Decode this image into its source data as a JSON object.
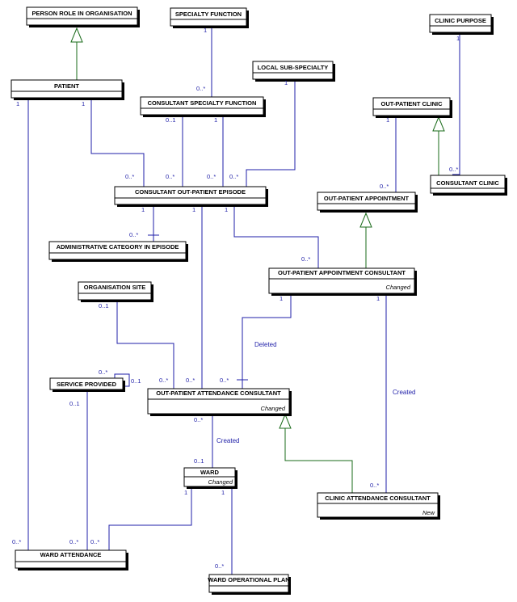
{
  "colors": {
    "association": "#1f1fa8",
    "generalisation": "#1a6b1a",
    "box": "#000000"
  },
  "entities": {
    "person_role": {
      "title": "PERSON ROLE IN ORGANISATION"
    },
    "specialty_function": {
      "title": "SPECIALTY FUNCTION"
    },
    "clinic_purpose": {
      "title": "CLINIC PURPOSE"
    },
    "local_sub_specialty": {
      "title": "LOCAL SUB-SPECIALTY"
    },
    "patient": {
      "title": "PATIENT"
    },
    "consultant_specialty_function": {
      "title": "CONSULTANT SPECIALTY FUNCTION"
    },
    "out_patient_clinic": {
      "title": "OUT-PATIENT CLINIC"
    },
    "consultant_clinic": {
      "title": "CONSULTANT CLINIC"
    },
    "consultant_op_episode": {
      "title": "CONSULTANT OUT-PATIENT EPISODE"
    },
    "out_patient_appointment": {
      "title": "OUT-PATIENT APPOINTMENT"
    },
    "admin_category_episode": {
      "title": "ADMINISTRATIVE CATEGORY IN EPISODE"
    },
    "op_appointment_consultant": {
      "title": "OUT-PATIENT APPOINTMENT CONSULTANT",
      "note": "Changed"
    },
    "organisation_site": {
      "title": "ORGANISATION SITE"
    },
    "service_provided": {
      "title": "SERVICE PROVIDED"
    },
    "op_attendance_consultant": {
      "title": "OUT-PATIENT ATTENDANCE CONSULTANT",
      "note": "Changed"
    },
    "ward": {
      "title": "WARD",
      "note": "Changed"
    },
    "clinic_attendance_consultant": {
      "title": "CLINIC ATTENDANCE CONSULTANT",
      "note": "New"
    },
    "ward_attendance": {
      "title": "WARD ATTENDANCE"
    },
    "ward_operational_plan": {
      "title": "WARD OPERATIONAL PLAN"
    }
  },
  "multiplicities": {
    "sf_top": "1",
    "sf_bottom": "0..*",
    "cp_top": "1",
    "cp_bottom": "0..*",
    "lss_top": "1",
    "patient_left": "1",
    "patient_right": "1",
    "csf_left": "0..1",
    "csf_right": "1",
    "opc_top": "1",
    "opc_bottom": "0..*",
    "ep_a": "0..*",
    "ep_b": "0..*",
    "ep_c": "0..*",
    "ep_d": "0..*",
    "ep_low_1a": "1",
    "ep_low_1b": "1",
    "ep_low_1c": "1",
    "admin_mult": "0..*",
    "opac_in": "0..*",
    "opac_left": "1",
    "opac_right": "1",
    "site_mult": "0..1",
    "sp_top": "0..*",
    "sp_self": "0..1",
    "sp_bottom": "0..1",
    "opatc_a": "0..*",
    "opatc_b": "0..*",
    "opatc_c": "0..*",
    "opatc_bottom": "0..*",
    "ward_top": "0..1",
    "ward_left": "1",
    "ward_right": "1",
    "cac_top": "0..*",
    "wa_a": "0..*",
    "wa_b": "0..*",
    "wa_c": "0..*",
    "wop": "0..*"
  },
  "labels": {
    "deleted": "Deleted",
    "created_a": "Created",
    "created_b": "Created"
  }
}
